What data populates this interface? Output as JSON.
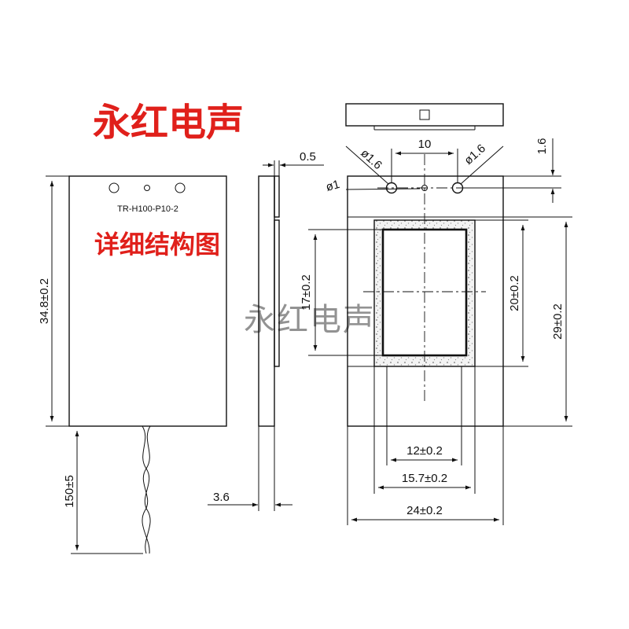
{
  "header": {
    "brand_title": "永红电声",
    "subtitle": "详细结构图"
  },
  "watermark": "永红电声",
  "front_view": {
    "model_label": "TR-H100-P10-2",
    "height_dim": "34.8±0.2",
    "lead_dim": "150±5"
  },
  "side_view": {
    "thickness_top_dim": "0.5",
    "thickness_bottom_dim": "3.6"
  },
  "right_view": {
    "hole_dia_left": "ø1.6",
    "hole_dia_right": "ø1.6",
    "hole_spacing": "10",
    "hole_offset": "1.6",
    "center_hole_dia": "ø1",
    "window_height": "17±0.2",
    "frame_height": "20±0.2",
    "overall_height": "29±0.2",
    "window_width": "12±0.2",
    "frame_width": "15.7±0.2",
    "overall_width": "24±0.2"
  },
  "colors": {
    "title_red": "#e0201b",
    "line": "#111111",
    "watermark_gray": "#6e6e6e"
  }
}
